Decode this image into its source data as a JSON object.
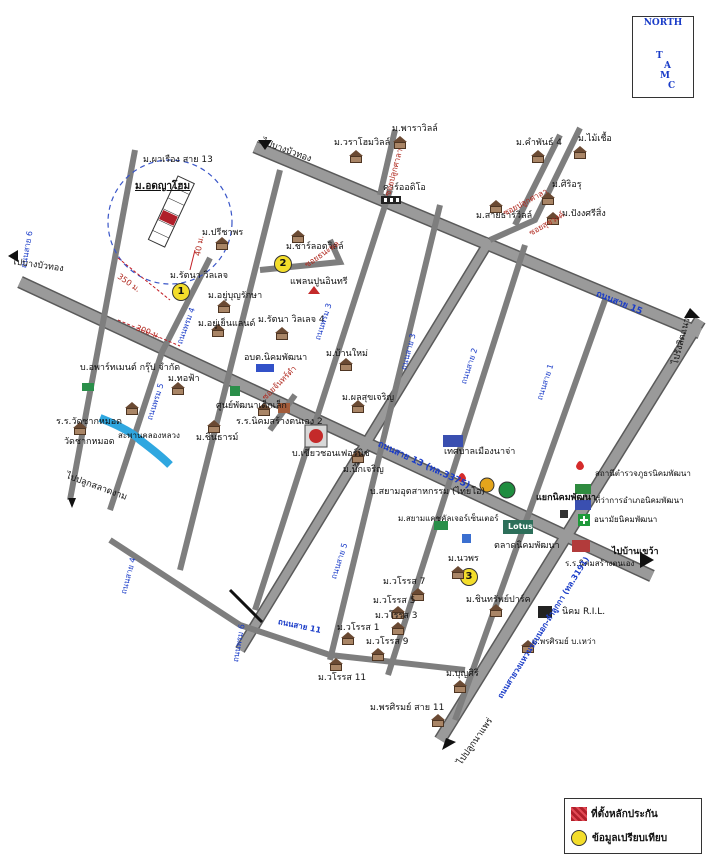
{
  "north": {
    "line1": "NORTH",
    "line2": "T A M C",
    "letters": [
      "T",
      "A",
      "M",
      "C"
    ]
  },
  "legend": {
    "collateral": "ที่ตั้งหลักประกัน",
    "comparable": "ข้อมูลเปรียบเทียบ"
  },
  "pins": [
    "1",
    "2",
    "3"
  ],
  "colors": {
    "road": "#8f8f8f",
    "road_edge": "#5a5a5a",
    "arrow_fill": "#eef5a2",
    "pin": "#f3dd2b",
    "collateral": "#b01f2a"
  },
  "roads": {
    "sai15": "ถนนสาย 15",
    "sai13": "ถนนสาย 13 (ทล.3375)",
    "sai11": "ถนนสาย 11",
    "sai4": "ถนนสาย 4",
    "sai1": "ถนนสาย 1",
    "sai2": "ถนนสาย 2",
    "sai3": "ถนนสาย 3",
    "sai5": "ถนนสาย 5",
    "sai6": "ถนนสาย 6",
    "phet5": "ถนนพรม 5",
    "phet4": "ถนนพรม 4",
    "phet3": "ถนนพรม 3",
    "phet6": "ถนนพรม 6",
    "main_diag": "ถนนสายวงแหวนรอบนอก-ลำลูกกา (ทล.3191)",
    "soi_a": "ซอยปลูกศาลา",
    "soi_b": "ซอยสุขวงค์",
    "soi_c": "ซอยปลูกศาลา",
    "soi_d": "ซอยธนะพล",
    "soi_e": "ซอยจันทร์ดำ"
  },
  "dest": {
    "top_left": "ไปบางบัวทอง",
    "left": "ไปบางบัวทอง",
    "bottom_left": "ไปปลูกสลาดงาม",
    "right_top": "ไปรังสิตแนว",
    "right_mid": "ไปบ้านเขว้า",
    "bottom": "ไปปลูกนาแพร่"
  },
  "places": {
    "p01": "ม.พาราวิลล์",
    "p02": "ม.วราโฮมวิลล์",
    "p03": "ม.คำพันธ์ 4",
    "p04": "ม.ไม้เชื้อ",
    "p05": "ม.ศิริอรุ",
    "p06": "ม.สายธาร์วิลล์",
    "p07": "ม.ปังงศรีสิ่ง",
    "p08": "คาร์ออดิโอ",
    "p09": "ม.ชาร์ลอตวิลล์",
    "p10": "แพลนปูนอินทรี",
    "p11": "ม.ผาเรือง สาย 13",
    "p12": "ม.อดญาโฮม",
    "p13": "ม.ปรีชาพร",
    "p14": "ม.รัตนา วิลเลจ",
    "p15": "ม.อยู่บุญรักษา",
    "p16": "ม.อยู่เย็นแลนด์",
    "p17": "ม.รัตนา วิลเลจ 4",
    "p18": "อบต.นิคมพัฒนา",
    "p19": "ม.บ้านใหม่",
    "p20": "ม.ผลสุขเจริญ",
    "p21": "บ.อพาร์ทเมนต์ กรุ๊ป จำกัด",
    "p22": "ม.ทอฟ้า",
    "p23": "ศูนย์พัฒนาเด็กเล็ก",
    "p24": "ร.ร.นิคมสร้างตนเอง 2",
    "p25": "ม.ชินธารม์",
    "p26": "บ.เขียวชอนเฟอร์นิช",
    "p27": "ร.ร.วัดชากหมอด",
    "p28": "วัดชากหมอด",
    "p29": "สะพานคลองหลวง",
    "p30": "ม.บิ๊กเจริญ",
    "p31": "บ.สยามอุตสาหกรรม (ไทยโอ)",
    "p32": "เทศบาลเมืองนาจ่า",
    "p33": "ม.สยามแคชคัลเจอร์เซ็นเตอร์",
    "p34": "Lotus",
    "p35": "ตลาดนิคมพัฒนา",
    "p36": "สถานีตำรวจภูธรนิคมพัฒนา",
    "p37": "ที่ว่าการอำเภอนิคมพัฒนา",
    "p38": "อนามัยนิคมพัฒนา",
    "p39": "แยกนิคมพัฒนา",
    "p40": "ร.ร.นิคมสร้างตนเอง",
    "p41": "ม.นวพร",
    "p42": "ม.วโรรส 7",
    "p43": "ม.วโรรส 5",
    "p44": "ม.วโรรส 3",
    "p45": "ม.วโรรส 1",
    "p46": "ม.วโรรส 9",
    "p47": "ม.วโรรส 11",
    "p48": "ม.ชินทรัพย์ปาร์ค",
    "p49": "นิคม R.I.L.",
    "p50": "ม.พรศิรมย์ บ.เหว่า",
    "p51": "ม.บุญศิริ",
    "p52": "ม.พรศิรมย์ สาย 11"
  },
  "dims": {
    "d1": "350 ม.",
    "d2": "300 ม.",
    "d3": "40 ม."
  }
}
